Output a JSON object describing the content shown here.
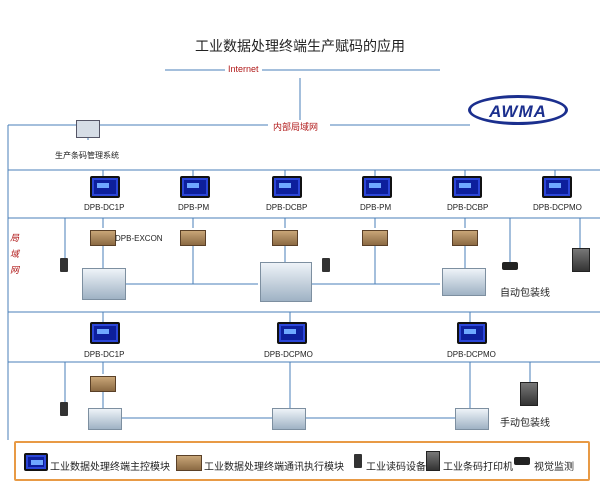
{
  "title": "工业数据处理终端生产赋码的应用",
  "internet_label": "Internet",
  "intranet_label": "内部局域网",
  "lan_side_label": [
    "局",
    "域",
    "网"
  ],
  "logo_text": "AWMA",
  "mgmt_system_label": "生产条码管理系统",
  "top_terminals": [
    "DPB-DC1P",
    "DPB-PM",
    "DPB-DCBP",
    "DPB-PM",
    "DPB-DCBP",
    "DPB-DCPMO"
  ],
  "excon_label": "DPB-EXCON",
  "auto_line_label": "自动包装线",
  "bottom_terminals": [
    "DPB-DC1P",
    "DPB-DCPMO",
    "DPB-DCPMO"
  ],
  "manual_line_label": "手动包装线",
  "legend": {
    "main_control": "工业数据处理终端主控模块",
    "comm_exec": "工业数据处理终端通讯执行模块",
    "reader": "工业读码设备",
    "printer": "工业条码打印机",
    "vision": "视觉监测"
  },
  "colors": {
    "line": "#4a7fb8",
    "accent_red": "#b01818",
    "legend_border": "#e89a45",
    "logo_blue": "#1b2f8e"
  }
}
